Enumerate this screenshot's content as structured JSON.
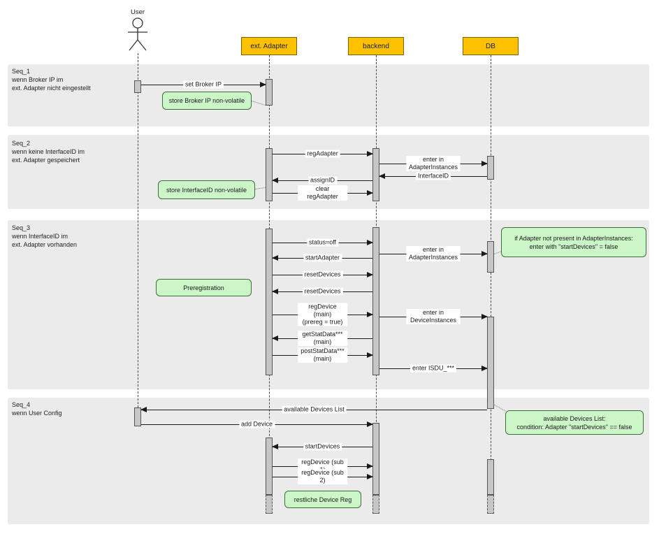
{
  "actors": {
    "user": "User",
    "ext_adapter": "ext. Adapter",
    "backend": "backend",
    "db": "DB"
  },
  "sections": {
    "seq1": "Seq_1\nwenn Broker IP im\next. Adapter nicht eingestellt",
    "seq2": "Seq_2\nwenn keine InterfaceID im\next. Adapter gespeichert",
    "seq3": "Seq_3\nwenn InterfaceID im\next. Adapter vorhanden",
    "seq4": "Seq_4\nwenn User Config"
  },
  "messages": {
    "set_broker_ip": "set Broker IP",
    "reg_adapter": "regAdapter",
    "enter_adapter_instances_1": "enter in AdapterInstances",
    "interface_id": "InterfaceID",
    "assign_id": "assignID",
    "clear_reg_adapter": "clear regAdapter",
    "status_off": "status=off",
    "enter_adapter_instances_2": "enter in AdapterInstances",
    "start_adapter": "startAdapter",
    "reset_devices_1": "resetDevices",
    "reset_devices_2": "resetDevices",
    "reg_device_main": "regDevice (main)\n(prereg = true)",
    "enter_device_instances": "enter in DeviceInstances",
    "get_stat_data": "getStatData*** (main)",
    "post_stat_data": "postStatData*** (main)",
    "enter_isdu": "enter ISDU_***",
    "available_devices_list": "available Devices List",
    "add_device": "add Device",
    "start_devices": "startDevices",
    "reg_device_sub1": "regDevice (sub 1)",
    "reg_device_sub2": "regDevice (sub 2)"
  },
  "notes": {
    "store_broker_ip": "store Broker IP non-volatile",
    "store_interface_id": "store InterfaceID non-volatile",
    "preregistration": "Preregistration",
    "if_adapter_not_present": "if Adapter not present in AdapterInstances:\nenter with \"startDevices\" = false",
    "available_devices": "available Devices List:\ncondition: Adapter \"startDevices\" == false",
    "restliche_device_reg": "restliche Device Reg"
  },
  "colors": {
    "actor_fill": "#fdc101",
    "actor_border": "#7a6200",
    "note_fill": "#ccf5c8",
    "note_border": "#3c6e3c",
    "band_fill": "#ebebeb",
    "bar_fill": "#c6c6c6",
    "bar_border": "#555555",
    "line": "#1a1a1a"
  }
}
